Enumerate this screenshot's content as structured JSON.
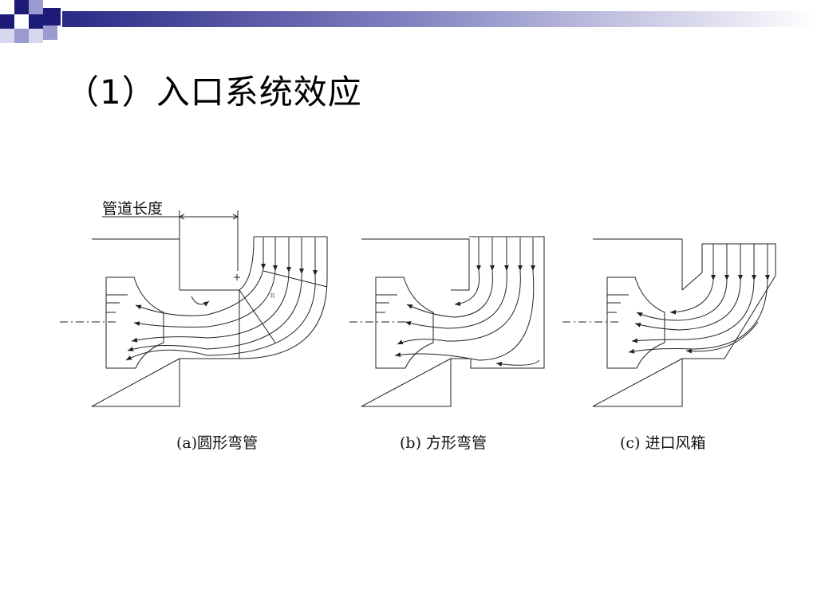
{
  "slide": {
    "title": "（1）入口系统效应"
  },
  "diagram": {
    "dimension_label": "管道长度",
    "panels": [
      {
        "caption": "(a)圆形弯管"
      },
      {
        "caption": "(b)  方形弯管"
      },
      {
        "caption": "(c)  进口风箱"
      }
    ]
  },
  "colors": {
    "accent_navy": "#1c1c78",
    "accent_light": "#8e8ec8",
    "line": "#222222"
  }
}
